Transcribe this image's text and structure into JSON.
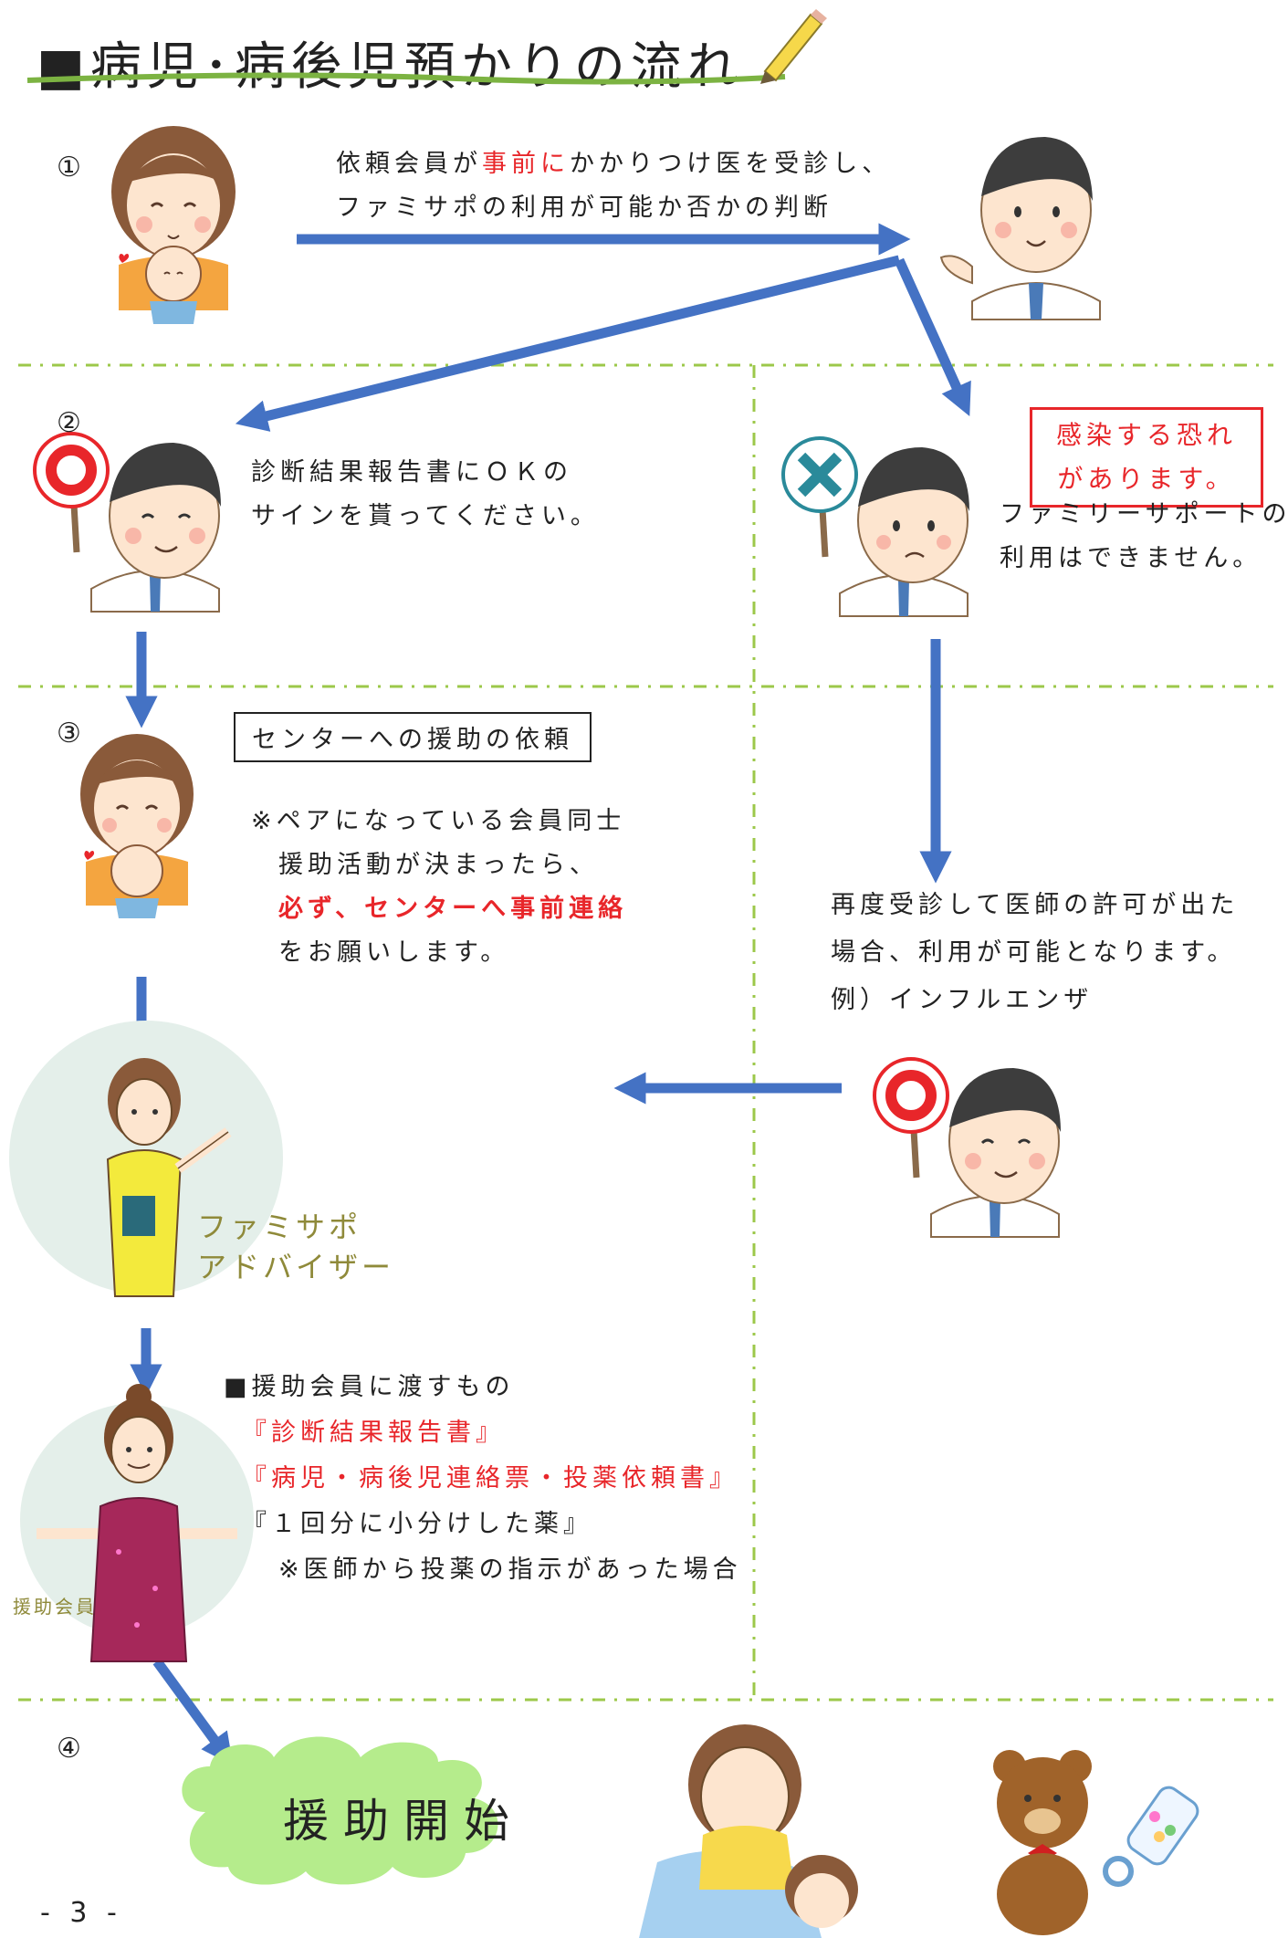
{
  "title": "■病児･病後児預かりの流れ",
  "steps": {
    "s1": {
      "num": "①",
      "line1_a": "依頼会員が",
      "line1_b": "事前に",
      "line1_c": "かかりつけ医を受診し、",
      "line2": "ファミサポの利用が可能か否かの判断"
    },
    "s2": {
      "num": "②",
      "line1": "診断結果報告書にＯＫの",
      "line2": "サインを貰ってください。"
    },
    "ng": {
      "box_line1": "感染する恐れ",
      "box_line2": "があります。",
      "line1": "ファミリーサポートの",
      "line2": "利用はできません。"
    },
    "s3": {
      "num": "③",
      "boxed": "センターへの援助の依頼",
      "line1": "※ペアになっている会員同士",
      "line2": "援助活動が決まったら、",
      "line3": "必ず、センターへ事前連絡",
      "line4": "をお願いします。"
    },
    "retry": {
      "line1": "再度受診して医師の許可が出た",
      "line2": "場合、利用が可能となります。",
      "line3": "例）インフルエンザ"
    },
    "advisor": {
      "line1": "ファミサポ",
      "line2": "アドバイザー"
    },
    "handover": {
      "heading": "■援助会員に渡すもの",
      "item1": "『診断結果報告書』",
      "item2": "『病児・病後児連絡票・投薬依頼書』",
      "item3": "『１回分に小分けした薬』",
      "note": "※医師から投薬の指示があった場合",
      "member_label": "援助会員"
    },
    "s4": {
      "num": "④",
      "cloud": "援助開始"
    }
  },
  "page_number": "- 3 -",
  "colors": {
    "arrow": "#4472c4",
    "red": "#e8262a",
    "divider": "#9cc84a",
    "circle_bg": "#e4efea",
    "cloud": "#b5ec8c",
    "title_underline": "#7cb342"
  }
}
